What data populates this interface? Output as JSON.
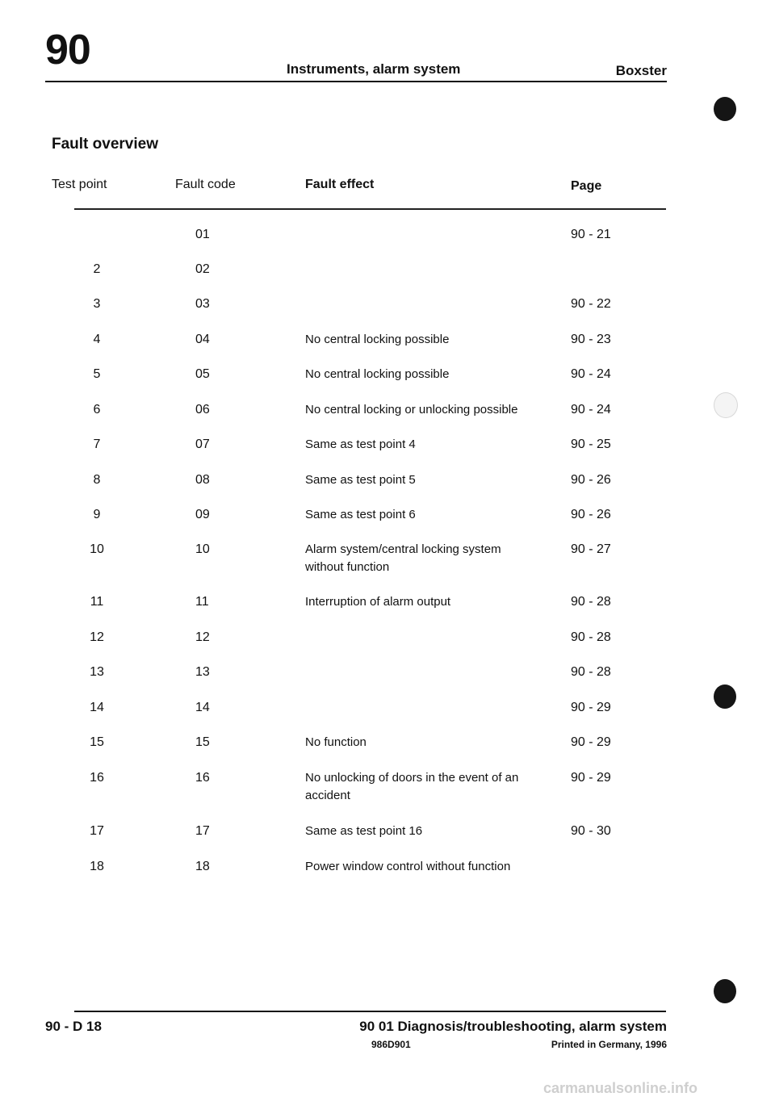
{
  "header": {
    "chapter": "90",
    "title": "Instruments, alarm system",
    "model": "Boxster"
  },
  "section_title": "Fault overview",
  "columns": {
    "test_point": "Test point",
    "fault_code": "Fault code",
    "fault_effect": "Fault effect",
    "page": "Page"
  },
  "rows": [
    {
      "tp": "",
      "fc": "01",
      "effect": "",
      "page": "90 - 21"
    },
    {
      "tp": "2",
      "fc": "02",
      "effect": "",
      "page": ""
    },
    {
      "tp": "3",
      "fc": "03",
      "effect": "",
      "page": "90 - 22"
    },
    {
      "tp": "4",
      "fc": "04",
      "effect": "No central locking possible",
      "page": "90 - 23"
    },
    {
      "tp": "5",
      "fc": "05",
      "effect": "No central locking possible",
      "page": "90 - 24"
    },
    {
      "tp": "6",
      "fc": "06",
      "effect": "No central locking or unlocking possible",
      "page": "90 - 24"
    },
    {
      "tp": "7",
      "fc": "07",
      "effect": "Same as test point 4",
      "page": "90 - 25"
    },
    {
      "tp": "8",
      "fc": "08",
      "effect": "Same as test point 5",
      "page": "90 - 26"
    },
    {
      "tp": "9",
      "fc": "09",
      "effect": "Same as test point 6",
      "page": "90 - 26"
    },
    {
      "tp": "10",
      "fc": "10",
      "effect": "Alarm system/central locking system without function",
      "page": "90 - 27"
    },
    {
      "tp": "11",
      "fc": "11",
      "effect": "Interruption of alarm output",
      "page": "90 - 28"
    },
    {
      "tp": "12",
      "fc": "12",
      "effect": "",
      "page": "90 - 28"
    },
    {
      "tp": "13",
      "fc": "13",
      "effect": "",
      "page": "90 - 28"
    },
    {
      "tp": "14",
      "fc": "14",
      "effect": "",
      "page": "90 - 29"
    },
    {
      "tp": "15",
      "fc": "15",
      "effect": "No function",
      "page": "90 - 29"
    },
    {
      "tp": "16",
      "fc": "16",
      "effect": "No unlocking of doors in the event of an accident",
      "page": "90 - 29"
    },
    {
      "tp": "17",
      "fc": "17",
      "effect": "Same as test point 16",
      "page": "90 - 30"
    },
    {
      "tp": "18",
      "fc": "18",
      "effect": "Power window control without function",
      "page": ""
    }
  ],
  "footer": {
    "page_ref": "90 - D 18",
    "section": "90 01 Diagnosis/troubleshooting, alarm system",
    "doc_code": "986D901",
    "printed": "Printed in Germany, 1996"
  },
  "watermark": "carmanualsonline.info"
}
